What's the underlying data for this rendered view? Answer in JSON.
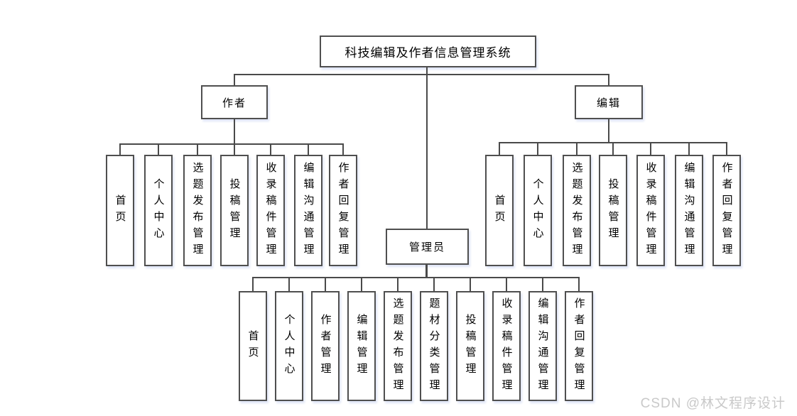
{
  "diagram": {
    "title": "科技编辑及作者信息管理系统",
    "branches": [
      {
        "label": "作者",
        "children": [
          "首页",
          "个人中心",
          "选题发布管理",
          "投稿管理",
          "收录稿件管理",
          "编辑沟通管理",
          "作者回复管理"
        ]
      },
      {
        "label": "编辑",
        "children": [
          "首页",
          "个人中心",
          "选题发布管理",
          "投稿管理",
          "收录稿件管理",
          "编辑沟通管理",
          "作者回复管理"
        ]
      },
      {
        "label": "管理员",
        "children": [
          "首页",
          "个人中心",
          "作者管理",
          "编辑管理",
          "选题发布管理",
          "题材分类管理",
          "投稿管理",
          "收录稿件管理",
          "编辑沟通管理",
          "作者回复管理"
        ]
      }
    ]
  },
  "colors": {
    "box_border": "#4f4f4f",
    "box_background": "#ffffff",
    "connector": "#4a4a4a",
    "text": "#000000",
    "shadow": "#dfe5f7",
    "watermark_text_color": "#c9c9c9"
  },
  "watermark": "CSDN @林文程序设计"
}
